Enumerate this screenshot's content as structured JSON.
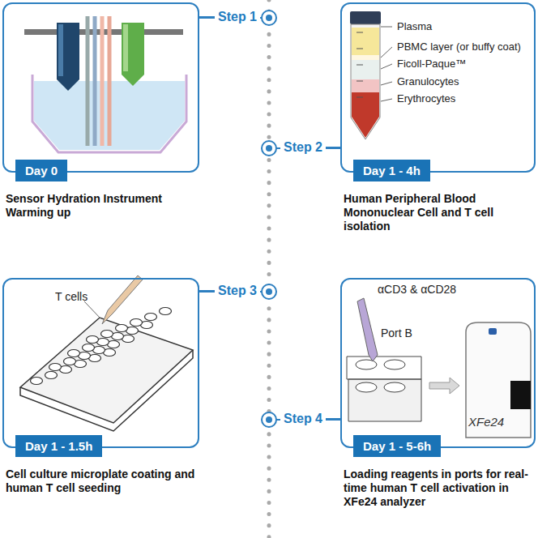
{
  "diagram": {
    "nodes": [
      {
        "text": [
          "Sensor Hydration Instrument Warming up"
        ]
      },
      {
        "text": [
          "Day 0"
        ],
        "in": 0
      },
      {
        "text": [
          "Step 1"
        ]
      },
      {
        "text": [
          "Human Peripheral Blood Mononuclear Cell and T cell isolation"
        ]
      },
      {
        "text": [
          "Day 1 - 4h"
        ],
        "in": 3
      },
      {
        "text": [
          "Step 2"
        ]
      },
      {
        "text": [
          "Cell culture microplate coating and human T cell seeding"
        ]
      },
      {
        "text": [
          "Day 1 - 1.5h"
        ],
        "in": 6
      },
      {
        "text": [
          "Step 3"
        ]
      },
      {
        "text": [
          "Loading reagents in ports for real-time human T cell activation in XFe24 analyzer"
        ]
      },
      {
        "text": [
          "Day 1 - 5-6h"
        ],
        "in": 9
      },
      {
        "text": [
          "Step 4"
        ]
      }
    ],
    "edges": [
      {
        "from": 2,
        "to": 0,
        "arrow": "none"
      },
      {
        "from": 5,
        "to": 3,
        "arrow": "none"
      },
      {
        "from": 8,
        "to": 6,
        "arrow": "none"
      },
      {
        "from": 11,
        "to": 9,
        "arrow": "none"
      }
    ],
    "labels": [
      "Plasma",
      "PBMC layer (or buffy coat)",
      "Ficoll-Paque™",
      "Granulocytes",
      "Erythrocytes",
      "T cells",
      "αCD3 & αCD28",
      "Port B",
      "XFe24"
    ]
  }
}
